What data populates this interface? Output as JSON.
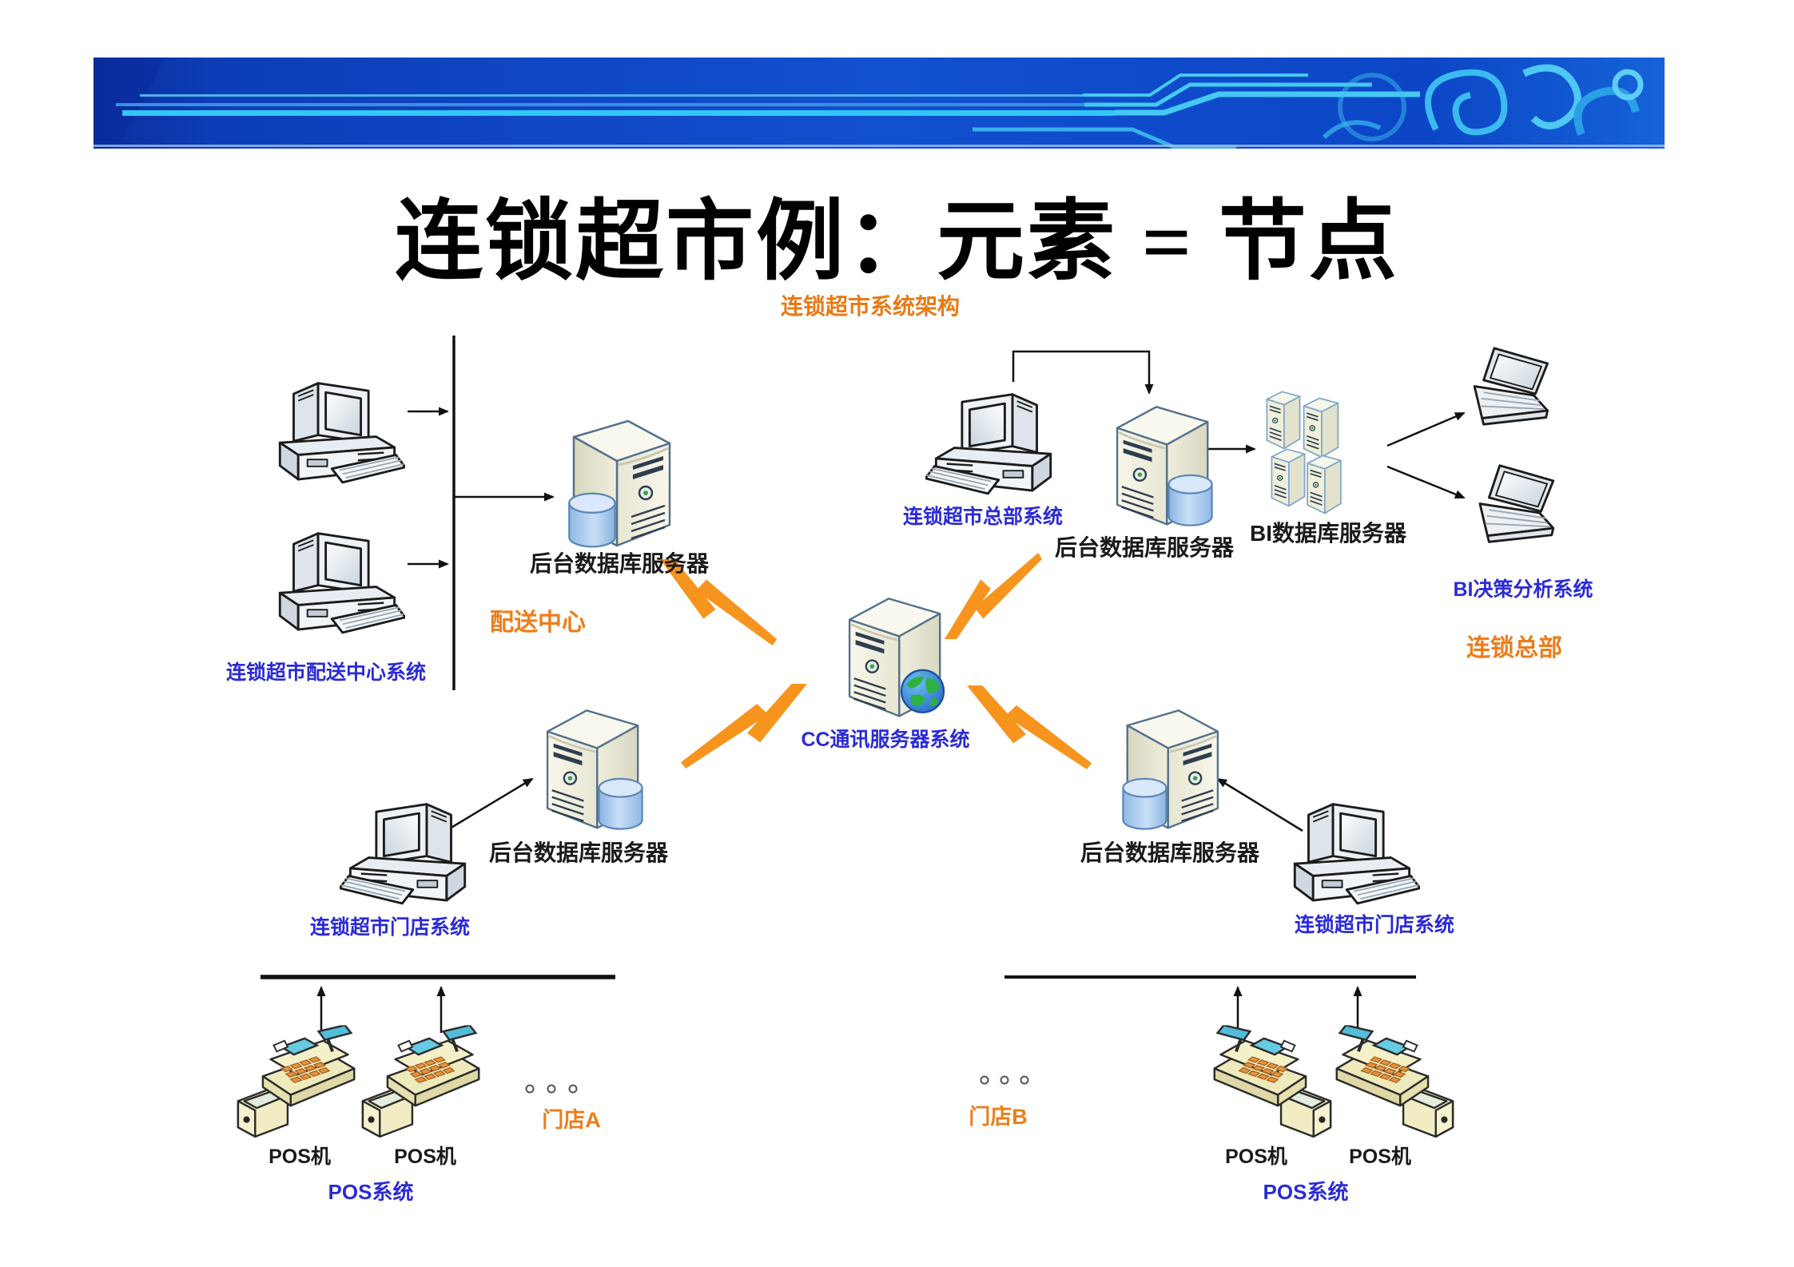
{
  "slide": {
    "title": "连锁超市例：元素 = 节点",
    "diagram_title": "连锁超市系统架构"
  },
  "colors": {
    "banner_blue": "#0d47c5",
    "banner_cyan": "#35c8f4",
    "orange_text": "#ed7d1b",
    "blue_text": "#2b2bd6",
    "black_text": "#1a1a1a",
    "lightning_orange": "#f7941d"
  },
  "distribution": {
    "zone_label": "配送中心",
    "client_label": "连锁超市配送中心系统",
    "server_label": "后台数据库服务器"
  },
  "center": {
    "label": "CC通讯服务器系统"
  },
  "headquarters": {
    "client_label": "连锁超市总部系统",
    "server_label": "后台数据库服务器",
    "bi_server_label": "BI数据库服务器",
    "bi_client_label": "BI决策分析系统",
    "zone_label": "连锁总部"
  },
  "store_a": {
    "zone_label": "门店A",
    "client_label": "连锁超市门店系统",
    "server_label": "后台数据库服务器",
    "pos1_label": "POS机",
    "pos2_label": "POS机",
    "system_label": "POS系统",
    "ellipsis_dots": 3
  },
  "store_b": {
    "zone_label": "门店B",
    "client_label": "连锁超市门店系统",
    "server_label": "后台数据库服务器",
    "pos1_label": "POS机",
    "pos2_label": "POS机",
    "system_label": "POS系统",
    "ellipsis_dots": 3
  }
}
